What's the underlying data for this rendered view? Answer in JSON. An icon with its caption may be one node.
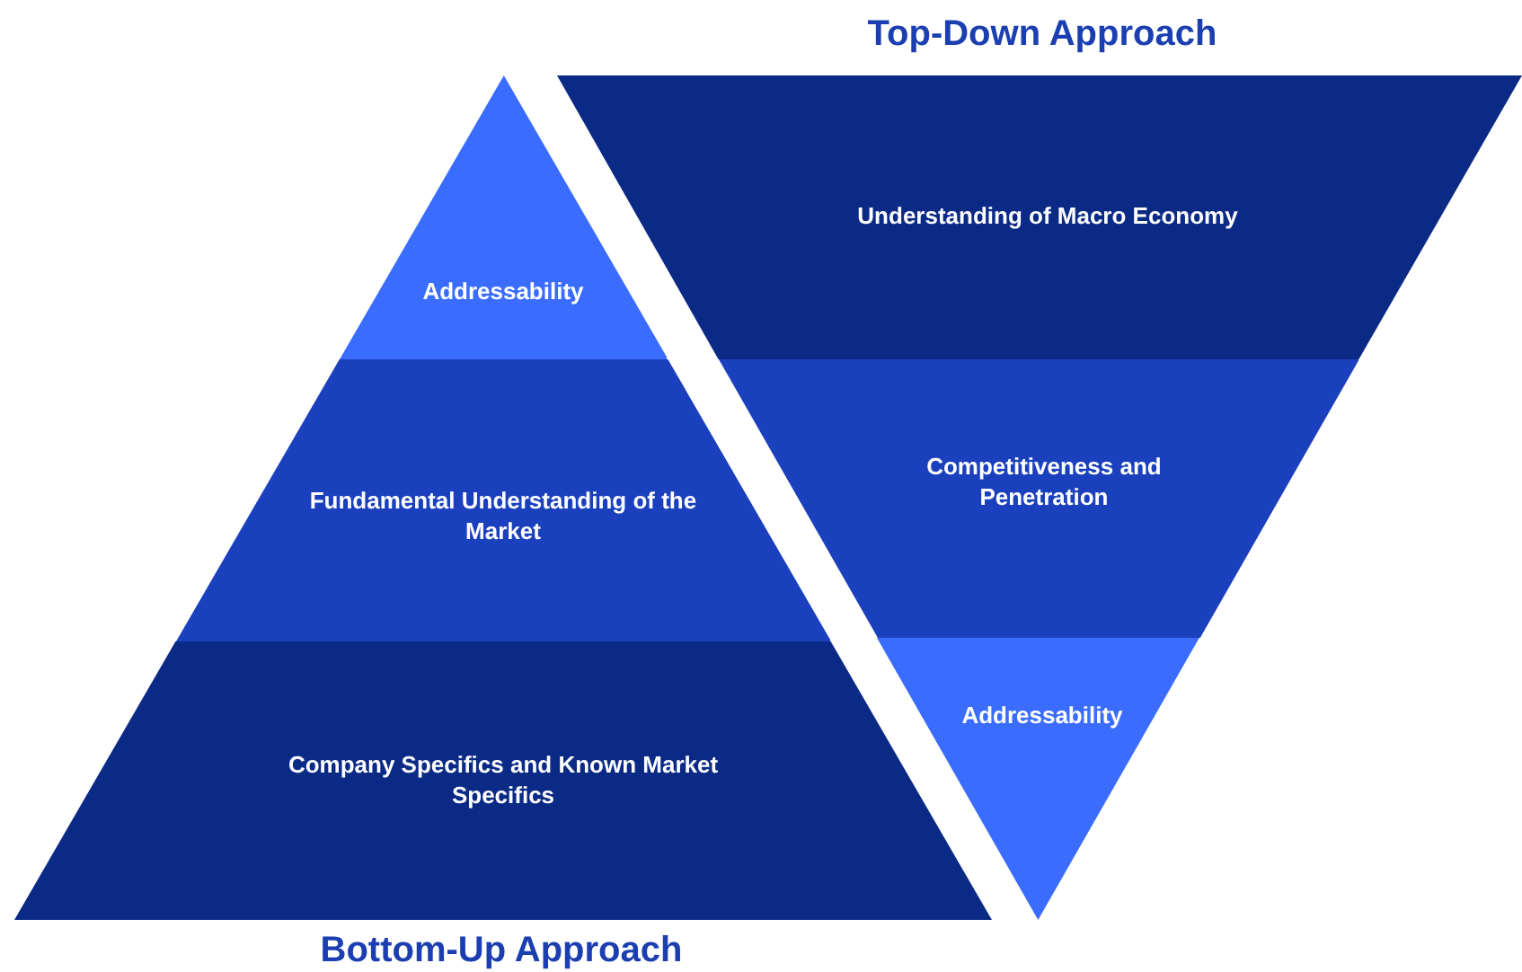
{
  "diagram": {
    "nodes": [
      {
        "text": [
          "Addressability"
        ]
      },
      {
        "text": [
          "Fundamental Understanding of the Market"
        ]
      },
      {
        "text": [
          "Company Specifics and Known Market Specifics"
        ]
      },
      {
        "text": [
          "Understanding of Macro Economy"
        ]
      },
      {
        "text": [
          "Competitiveness and Penetration"
        ]
      },
      {
        "text": [
          "Addressability"
        ]
      }
    ],
    "labels": [
      "Top-Down Approach",
      "Bottom-Up Approach"
    ]
  }
}
